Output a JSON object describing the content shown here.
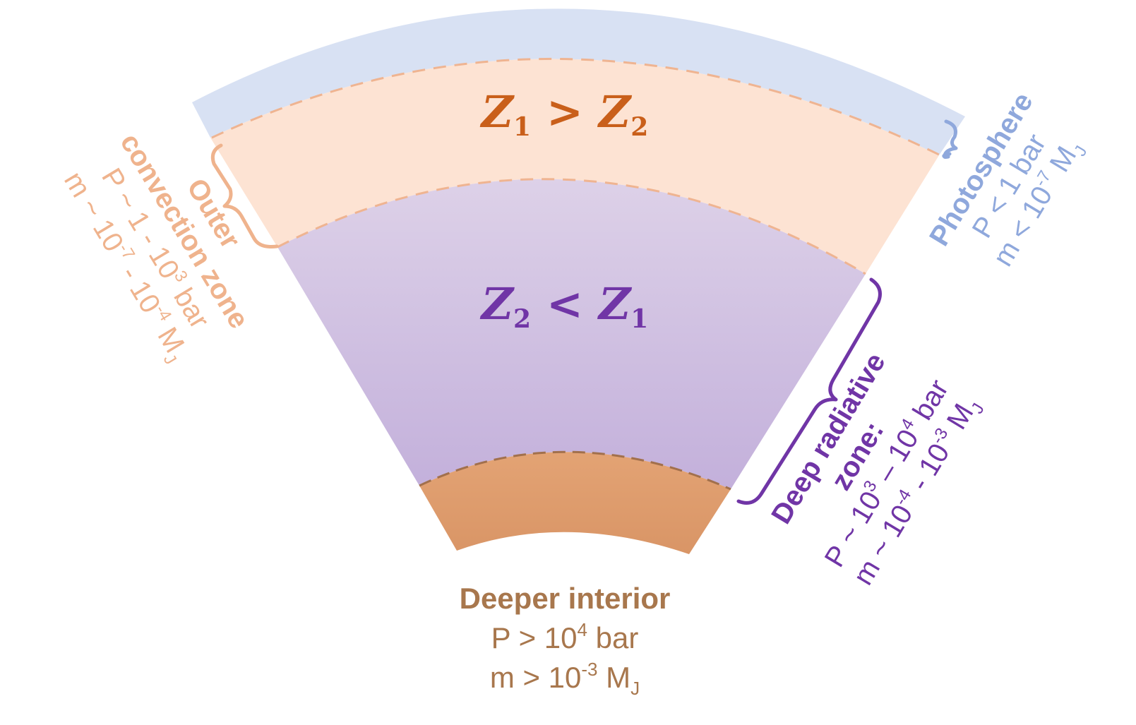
{
  "colors": {
    "photosphere": "#d8e1f3",
    "photosphere_text": "#8fa8dc",
    "convection": "#fde3d3",
    "convection_line": "#efb491",
    "convection_text": "#efb38d",
    "radiative_top": "#ddd1e8",
    "radiative_bottom": "#c3b0db",
    "radiative_text": "#7035a6",
    "interior": "#de9a6b",
    "interior_line": "#a2704c",
    "interior_text": "#a8774d",
    "z_convection": "#c95f1a",
    "z_radiative": "#7035a6"
  },
  "equations": {
    "outer": {
      "a": "Z",
      "a_sub": "1",
      "op": ">",
      "b": "Z",
      "b_sub": "2"
    },
    "deep": {
      "a": "Z",
      "a_sub": "2",
      "op": "<",
      "b": "Z",
      "b_sub": "1"
    }
  },
  "labels": {
    "outer_convection": {
      "title_line1": "Outer",
      "title_line2": "convection zone",
      "p_prefix": "P ~ 1 - 10",
      "p_exp": "3",
      "p_unit": " bar",
      "m_prefix": "m ~ 10",
      "m_exp1": "-7",
      "m_mid": " - 10",
      "m_exp2": "-4",
      "m_unit": " M",
      "m_sub": "J"
    },
    "photosphere": {
      "title": "Photosphere",
      "p_text": "P < 1 bar",
      "m_prefix": "m < 10",
      "m_exp": "-7",
      "m_unit": " M",
      "m_sub": "J"
    },
    "deep_radiative": {
      "title_line1": "Deep radiative",
      "title_line2": "zone:",
      "p_prefix": "P ~ 10",
      "p_exp1": "3",
      "p_mid": " – 10",
      "p_exp2": "4",
      "p_unit": " bar",
      "m_prefix": "m ~ 10",
      "m_exp1": "-4",
      "m_mid": " - 10",
      "m_exp2": "-3",
      "m_unit": " M",
      "m_sub": "J"
    },
    "deeper_interior": {
      "title": "Deeper interior",
      "p_prefix": "P > 10",
      "p_exp": "4",
      "p_unit": " bar",
      "m_prefix": "m > 10",
      "m_exp": "-3",
      "m_unit": " M",
      "m_sub": "J"
    }
  }
}
